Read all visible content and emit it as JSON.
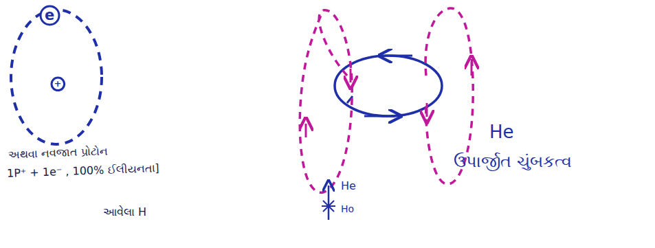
{
  "diagram": {
    "nodes": [
      {
        "text": [
          "e"
        ]
      },
      {
        "text": [
          "+"
        ]
      }
    ],
    "labels": [
      "અથવા નવજાત પ્રોટોન",
      "1P⁺ + 1e⁻ , 100% ઈલીયનતા]",
      "આવેલા H",
      "He",
      "Ho",
      "He",
      "ઉપાર્જીત ચુંબકત્વ"
    ]
  }
}
